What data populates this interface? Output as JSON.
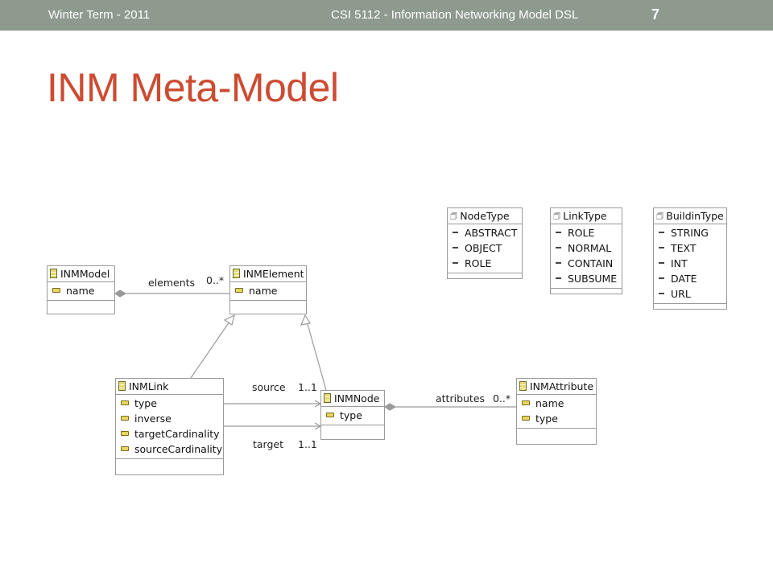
{
  "header": {
    "term": "Winter Term - 2011",
    "course": "CSI 5112 - Information Networking Model DSL",
    "page_number": "7"
  },
  "slide": {
    "title": "INM Meta-Model"
  },
  "colors": {
    "header_bar": "#8d9a8d",
    "title": "#cc4b32"
  },
  "diagram": {
    "enums": {
      "node_type": {
        "name": "NodeType",
        "literals": [
          "ABSTRACT",
          "OBJECT",
          "ROLE"
        ]
      },
      "link_type": {
        "name": "LinkType",
        "literals": [
          "ROLE",
          "NORMAL",
          "CONTAIN",
          "SUBSUME"
        ]
      },
      "buildin_type": {
        "name": "BuildinType",
        "literals": [
          "STRING",
          "TEXT",
          "INT",
          "DATE",
          "URL"
        ]
      }
    },
    "classes": {
      "inm_model": {
        "name": "INMModel",
        "attributes": [
          "name"
        ]
      },
      "inm_element": {
        "name": "INMElement",
        "attributes": [
          "name"
        ]
      },
      "inm_link": {
        "name": "INMLink",
        "attributes": [
          "type",
          "inverse",
          "targetCardinality",
          "sourceCardinality"
        ]
      },
      "inm_node": {
        "name": "INMNode",
        "attributes": [
          "type"
        ]
      },
      "inm_attribute": {
        "name": "INMAttribute",
        "attributes": [
          "name",
          "type"
        ]
      }
    },
    "associations": {
      "elements": {
        "role": "elements",
        "multiplicity": "0..*"
      },
      "source": {
        "role": "source",
        "multiplicity": "1..1"
      },
      "target": {
        "role": "target",
        "multiplicity": "1..1"
      },
      "attributes": {
        "role": "attributes",
        "multiplicity": "0..*"
      }
    }
  }
}
